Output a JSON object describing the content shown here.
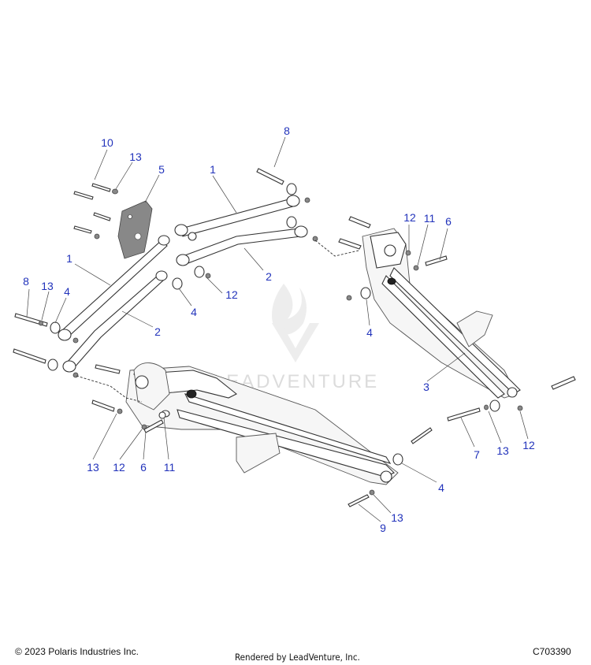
{
  "diagram": {
    "callouts": [
      {
        "id": "c10a",
        "label": "10"
      },
      {
        "id": "c13a",
        "label": "13"
      },
      {
        "id": "c5",
        "label": "5"
      },
      {
        "id": "c1a",
        "label": "1"
      },
      {
        "id": "c8a",
        "label": "8"
      },
      {
        "id": "c1b",
        "label": "1"
      },
      {
        "id": "c8b",
        "label": "8"
      },
      {
        "id": "c13b",
        "label": "13"
      },
      {
        "id": "c4a",
        "label": "4"
      },
      {
        "id": "c2a",
        "label": "2"
      },
      {
        "id": "c2b",
        "label": "2"
      },
      {
        "id": "c12a",
        "label": "12"
      },
      {
        "id": "c4b",
        "label": "4"
      },
      {
        "id": "c12b",
        "label": "12"
      },
      {
        "id": "c11a",
        "label": "11"
      },
      {
        "id": "c6a",
        "label": "6"
      },
      {
        "id": "c4c",
        "label": "4"
      },
      {
        "id": "c3",
        "label": "3"
      },
      {
        "id": "c13c",
        "label": "13"
      },
      {
        "id": "c12c",
        "label": "12"
      },
      {
        "id": "c6b",
        "label": "6"
      },
      {
        "id": "c11b",
        "label": "11"
      },
      {
        "id": "c7",
        "label": "7"
      },
      {
        "id": "c13d",
        "label": "13"
      },
      {
        "id": "c12d",
        "label": "12"
      },
      {
        "id": "c4d",
        "label": "4"
      },
      {
        "id": "c13e",
        "label": "13"
      },
      {
        "id": "c9",
        "label": "9"
      }
    ],
    "watermark": "LEADVENTURE",
    "colors": {
      "callout": "#2233bb",
      "lineart": "#333333",
      "watermark": "#d8d8d8"
    }
  },
  "footer": {
    "copyright": "© 2023 Polaris Industries Inc.",
    "rendered_by": "Rendered by LeadVenture, Inc.",
    "diagram_id": "C703390"
  }
}
